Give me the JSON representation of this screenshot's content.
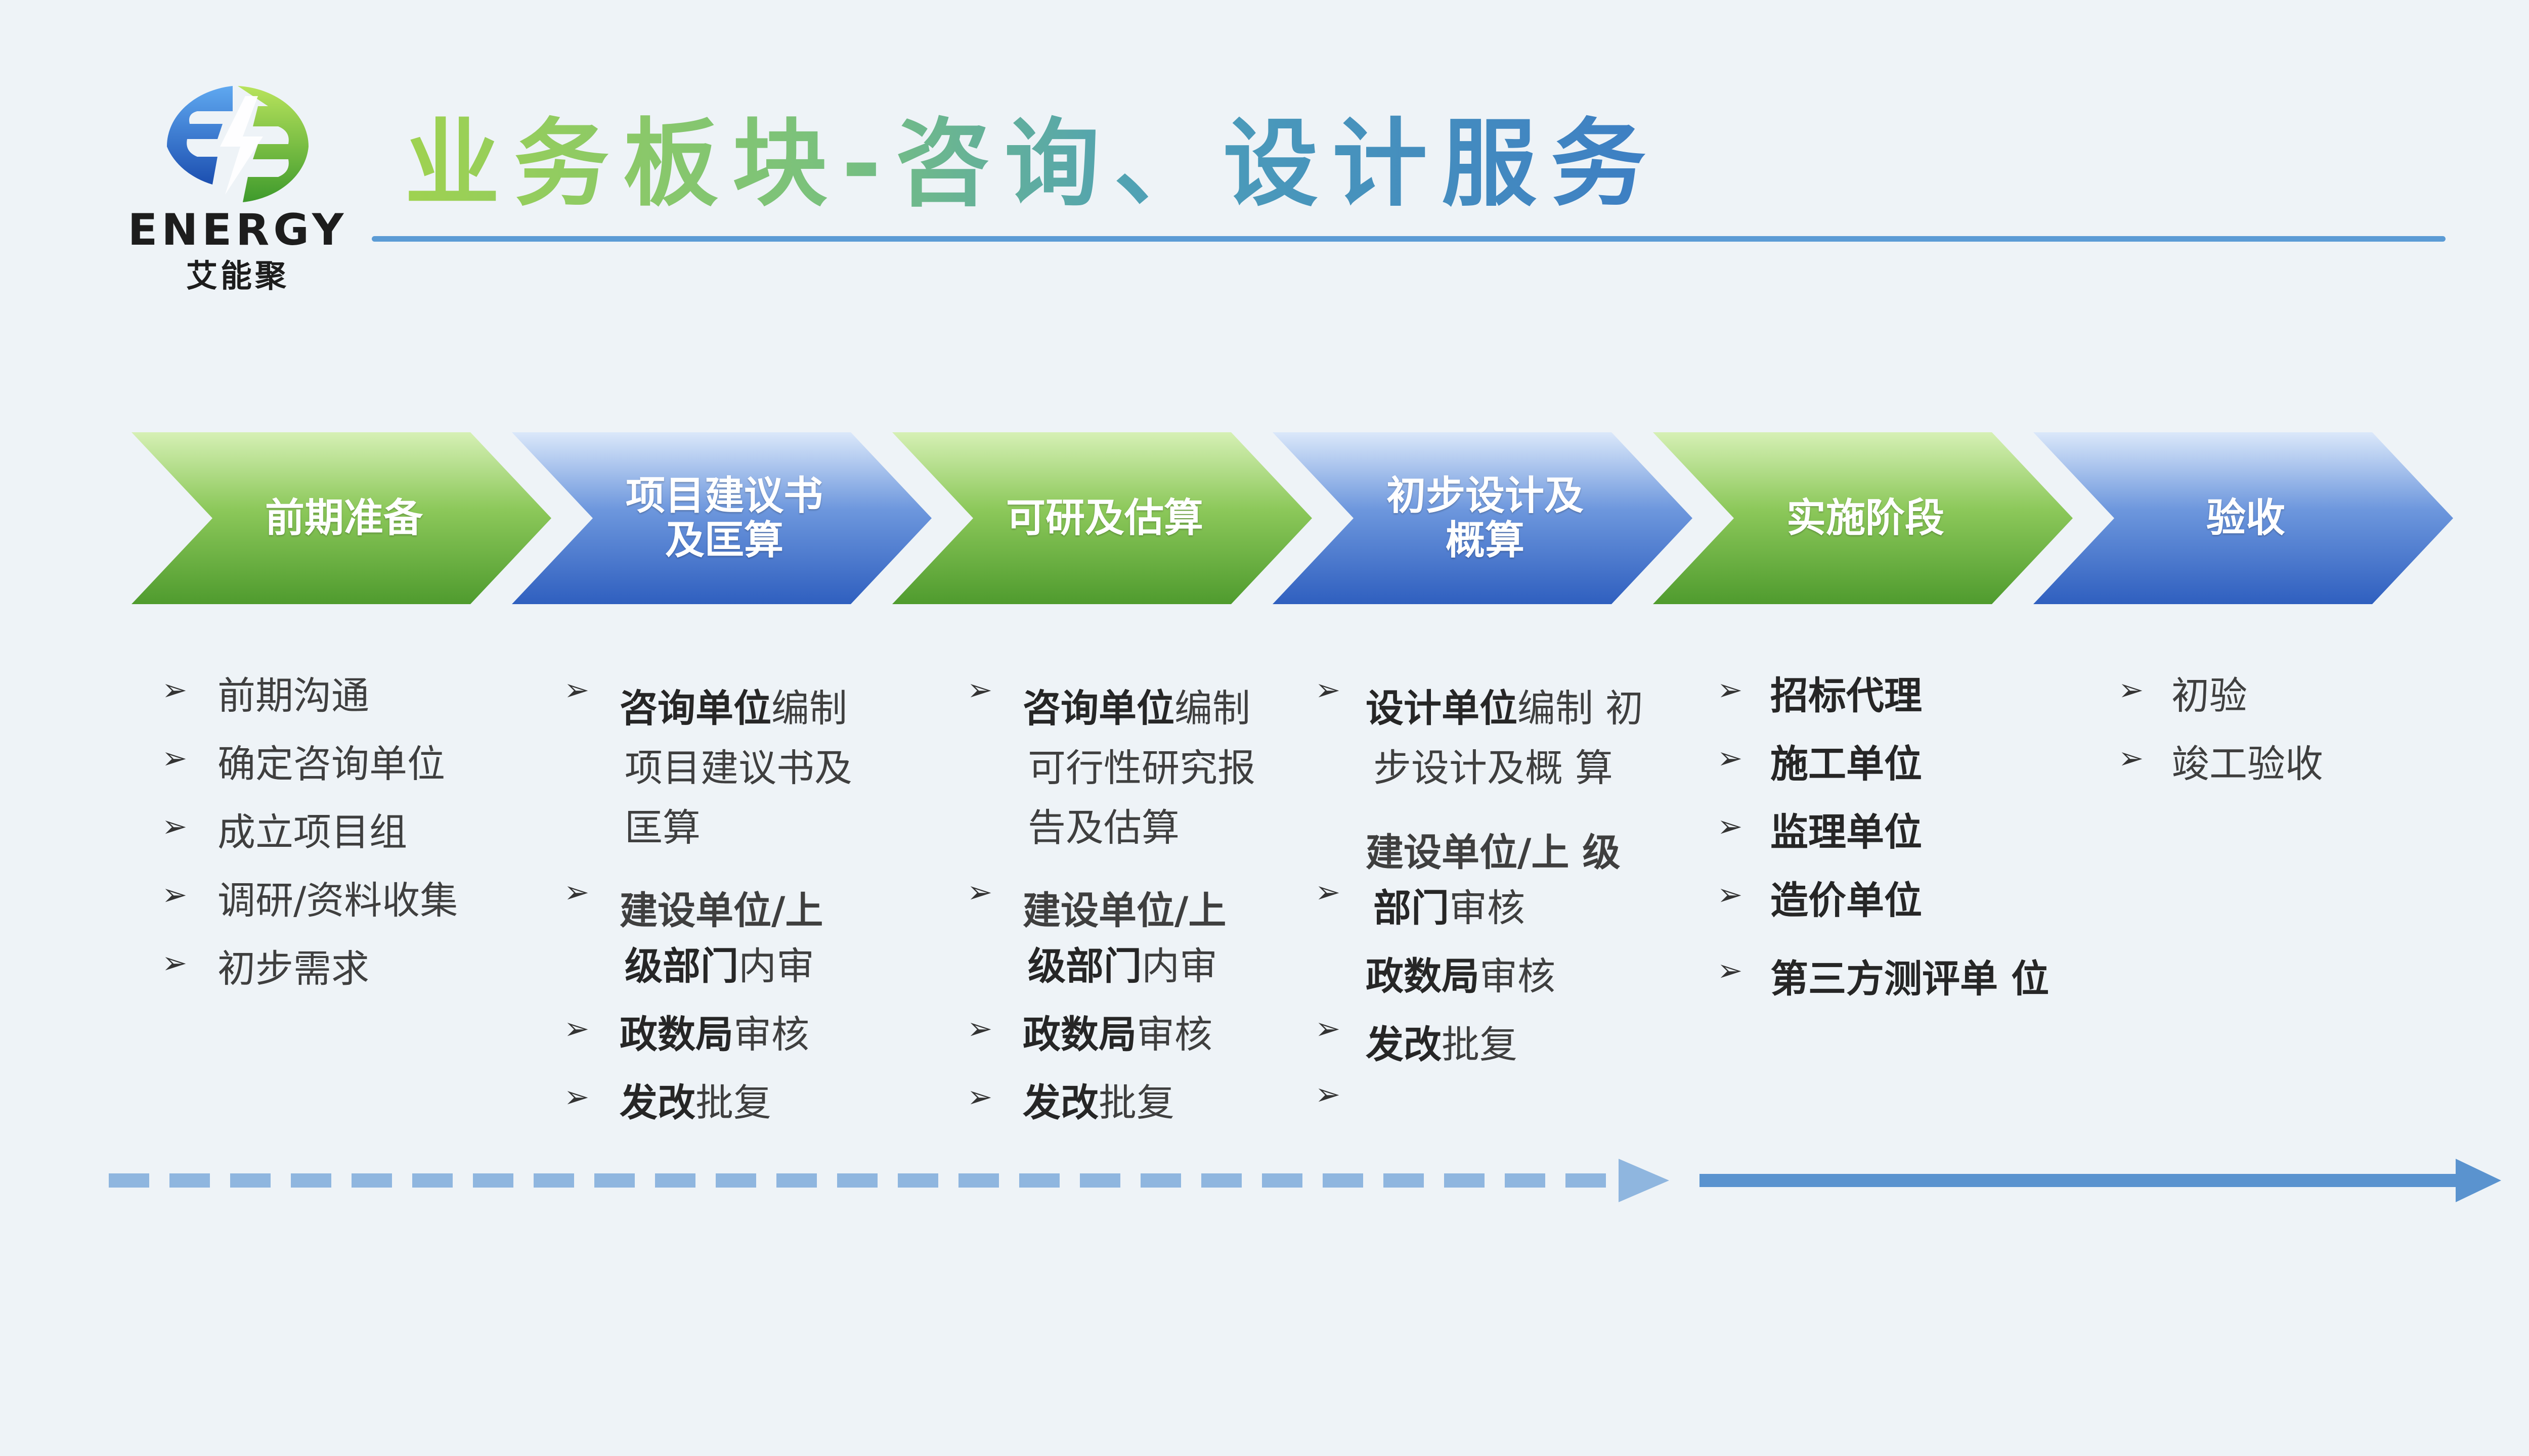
{
  "logo": {
    "wordmark": "ENERGY",
    "cn_name": "艾能聚",
    "icon": "energy-logo-icon"
  },
  "title": "业务板块-咨询、设计服务",
  "colors": {
    "green_light": "#b6e37a",
    "green_dark": "#5aa63a",
    "blue_light": "#9cc0ef",
    "blue_dark": "#3366c4",
    "rule": "#5b9bd5",
    "arrow_dashed": "#8fb6df",
    "arrow_solid": "#5a93cf"
  },
  "stages": [
    {
      "label": "前期准备",
      "color": "green"
    },
    {
      "label": "项目建议书\n及匡算",
      "color": "blue"
    },
    {
      "label": "可研及估算",
      "color": "green"
    },
    {
      "label": "初步设计及\n概算",
      "color": "blue"
    },
    {
      "label": "实施阶段",
      "color": "green"
    },
    {
      "label": "验收",
      "color": "blue"
    }
  ],
  "columns": {
    "c1": [
      "前期沟通",
      "确定咨询单位",
      "成立项目组",
      "调研/资料收集",
      "初步需求"
    ],
    "c2": {
      "i1_bold": "咨询单位",
      "i1_rest": "编制",
      "i1_l2": "项目建议书及",
      "i1_l3": "匡算",
      "i2_l1": "建设单位/上",
      "i2_l2_bold": "级部门",
      "i2_l2_rest": "内审",
      "i3_bold": "政数局",
      "i3_rest": "审核",
      "i4_bold": "发改",
      "i4_rest": "批复"
    },
    "c3": {
      "i1_bold": "咨询单位",
      "i1_rest": "编制",
      "i1_l2": "可行性研究报",
      "i1_l3": "告及估算",
      "i2_l1": "建设单位/上",
      "i2_l2_bold": "级部门",
      "i2_l2_rest": "内审",
      "i3_bold": "政数局",
      "i3_rest": "审核",
      "i4_bold": "发改",
      "i4_rest": "批复"
    },
    "c4": {
      "i1_bold": "设计单位",
      "i1_rest": "编制 初",
      "i1_l2": "步设计及概 算",
      "i1_l3": "建设单位/上 级",
      "i2_bold": "部门",
      "i2_rest": "审核",
      "i2_l2_bold": "政数局",
      "i2_l2_rest": "审核",
      "i3_bold": "发改",
      "i3_rest": "批复"
    },
    "c5": [
      "招标代理",
      "施工单位",
      "监理单位",
      "造价单位",
      "第三方测评单 位"
    ],
    "c6": [
      "初验",
      "竣工验收"
    ]
  }
}
